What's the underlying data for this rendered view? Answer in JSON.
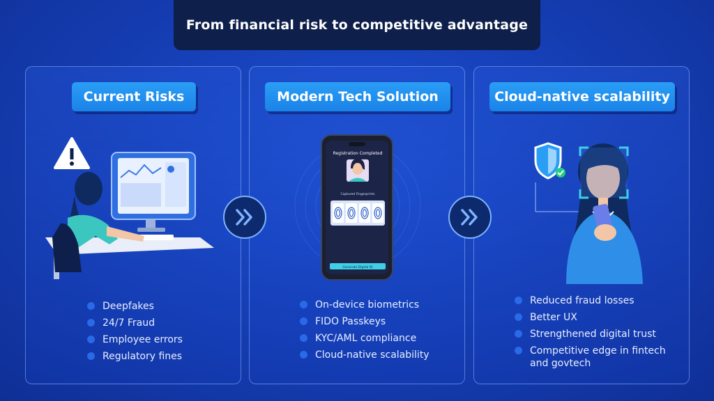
{
  "title": "From financial risk to competitive advantage",
  "panels": [
    {
      "heading": "Current Risks",
      "bullets": [
        "Deepfakes",
        "24/7 Fraud",
        "Employee errors",
        "Regulatory fines"
      ]
    },
    {
      "heading": "Modern Tech Solution",
      "bullets": [
        "On-device biometrics",
        "FIDO Passkeys",
        "KYC/AML compliance",
        "Cloud-native scalability"
      ],
      "phone": {
        "screen_title": "Registration Completed",
        "fingerprints_label": "Captured Fingerprints",
        "button_label": "Generate Digital ID"
      }
    },
    {
      "heading": "Cloud-native scalability",
      "bullets": [
        "Reduced fraud losses",
        "Better UX",
        "Strengthened digital trust",
        "Competitive edge in fintech and govtech"
      ]
    }
  ],
  "colors": {
    "background": "#1640b8",
    "title_bar": "#0d1f4a",
    "pill": "#2a9ef5",
    "arrow_circle": "#0d2a6e",
    "bullet_dot": "#2a69e8"
  },
  "icons": [
    "warning-icon",
    "double-chevron-right-icon",
    "shield-check-icon",
    "fingerprint-icon"
  ]
}
